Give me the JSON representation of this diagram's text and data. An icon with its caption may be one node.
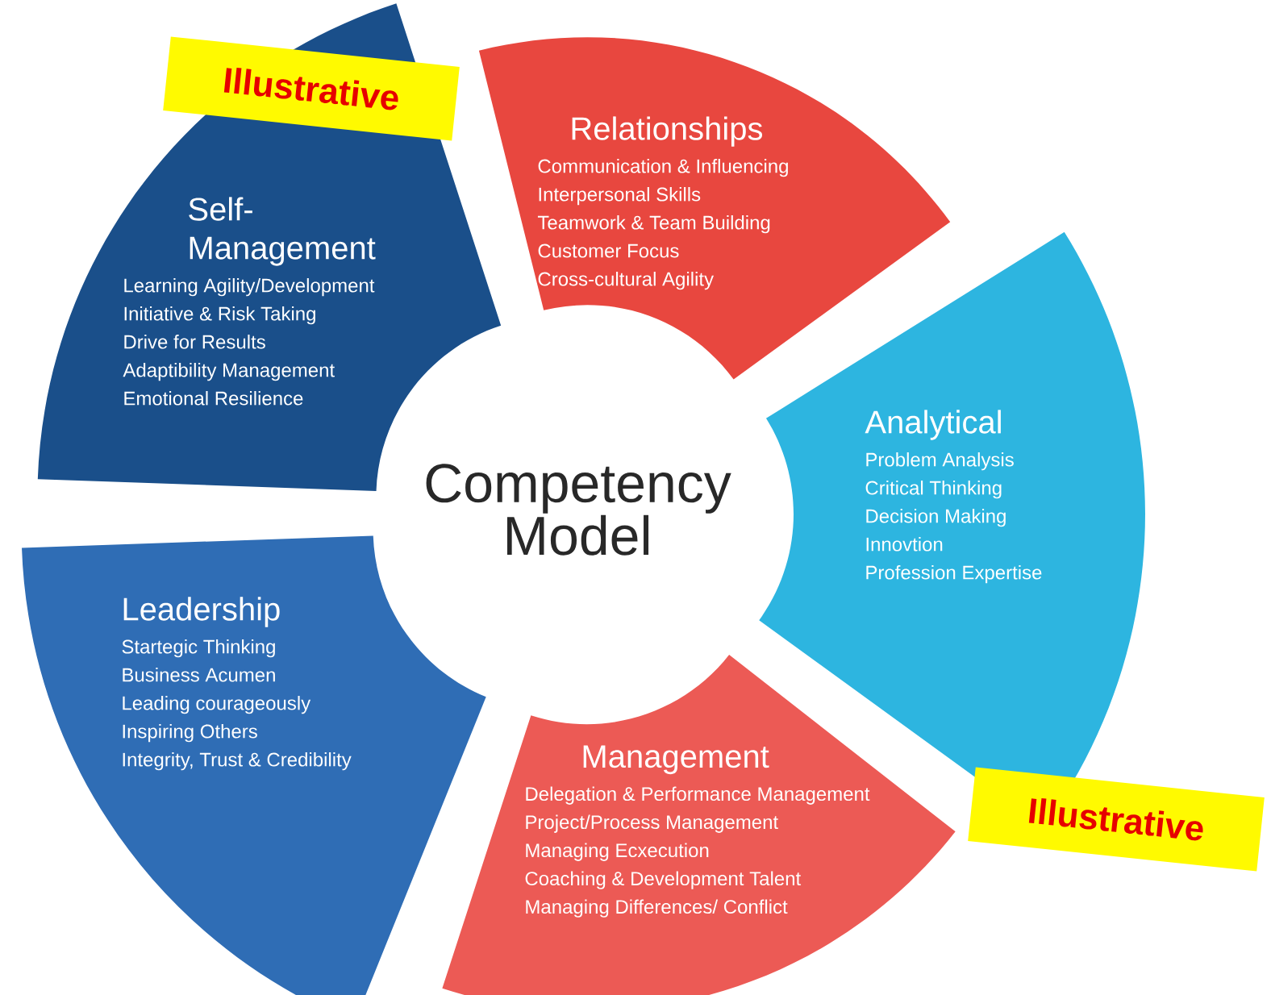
{
  "diagram": {
    "nodes": [
      {
        "text": [
          "Relationships",
          "Communication & Influencing",
          "Interpersonal Skills",
          "Teamwork & Team Building",
          "Customer Focus",
          "Cross-cultural Agility"
        ]
      },
      {
        "text": [
          "Self-Management",
          "Learning Agility/Development",
          "Initiative & Risk Taking",
          "Drive for Results",
          "Adaptibility Management",
          "Emotional Resilience"
        ]
      },
      {
        "text": [
          "Analytical",
          "Problem Analysis",
          "Critical Thinking",
          "Decision Making",
          "Innovtion",
          "Profession Expertise"
        ]
      },
      {
        "text": [
          "Competency Model"
        ]
      },
      {
        "text": [
          "Leadership",
          "Startegic Thinking",
          "Business Acumen",
          "Leading courageously",
          "Inspiring Others",
          "Integrity, Trust & Credibility"
        ]
      },
      {
        "text": [
          "Management",
          "Delegation & Performance Management",
          "Project/Process Management",
          "Managing Ecxecution",
          "Coaching & Development Talent",
          "Managing Differences/ Conflict"
        ]
      }
    ],
    "labels": [
      "Illustrative",
      "Illustrative"
    ]
  }
}
